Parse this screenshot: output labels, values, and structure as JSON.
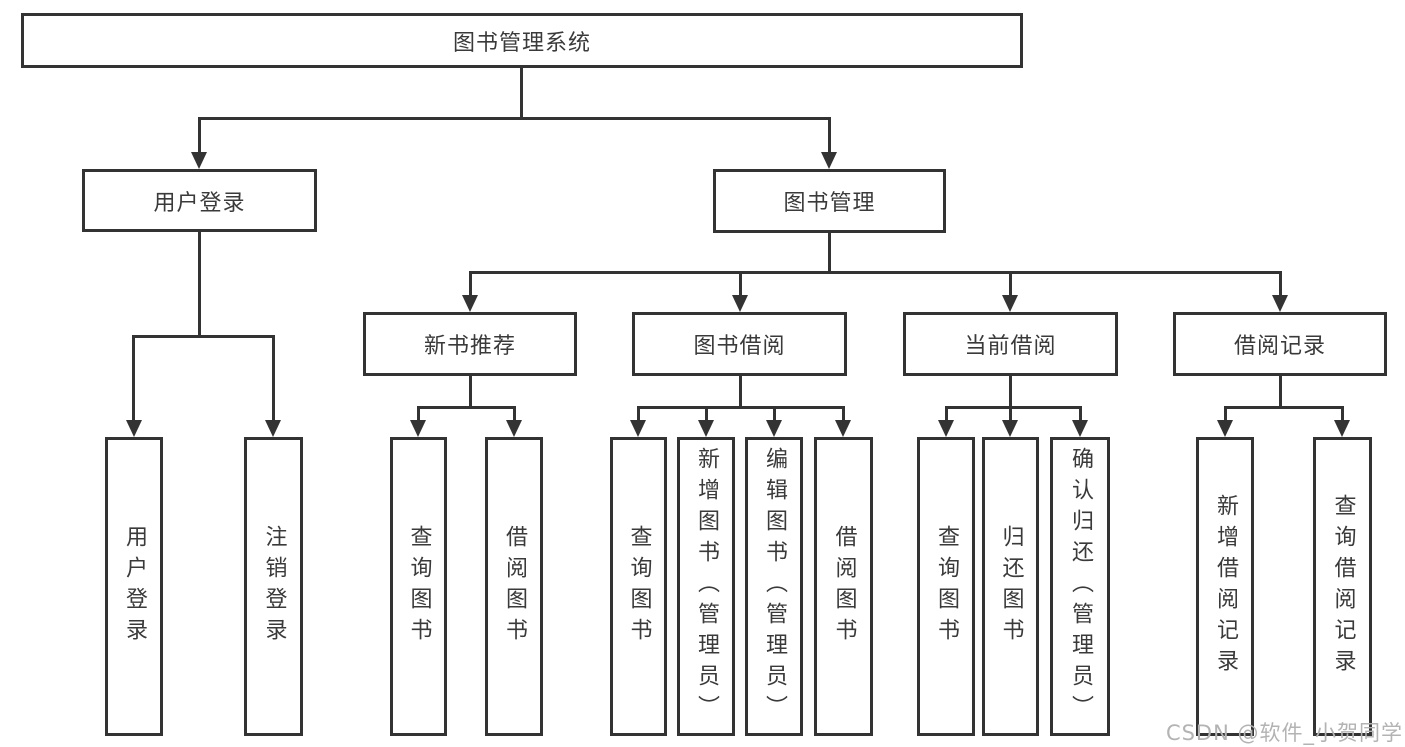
{
  "diagram": {
    "root": {
      "label": "图书管理系统"
    },
    "level2": {
      "user_login": {
        "label": "用户登录"
      },
      "book_mgmt": {
        "label": "图书管理"
      }
    },
    "level3": {
      "new_books": {
        "label": "新书推荐"
      },
      "book_borrow": {
        "label": "图书借阅"
      },
      "current_borrow": {
        "label": "当前借阅"
      },
      "borrow_records": {
        "label": "借阅记录"
      }
    },
    "leaves": {
      "user_login": {
        "label": "用户登录"
      },
      "logout": {
        "label": "注销登录"
      },
      "nb_query_books": {
        "label": "查询图书"
      },
      "nb_borrow_books": {
        "label": "借阅图书"
      },
      "bb_query_books": {
        "label": "查询图书"
      },
      "bb_add_books": {
        "label": "新增图书（管理员）"
      },
      "bb_edit_books": {
        "label": "编辑图书（管理员）"
      },
      "bb_borrow_books": {
        "label": "借阅图书"
      },
      "cb_query_books": {
        "label": "查询图书"
      },
      "cb_return_books": {
        "label": "归还图书"
      },
      "cb_confirm_return": {
        "label": "确认归还（管理员）"
      },
      "br_add_record": {
        "label": "新增借阅记录"
      },
      "br_query_record": {
        "label": "查询借阅记录"
      }
    }
  },
  "watermark": {
    "text": "CSDN @软件_小贺同学"
  },
  "colors": {
    "line": "#333333",
    "text": "#3a3a3a",
    "background": "#ffffff",
    "watermark": "#b3b3b3"
  }
}
